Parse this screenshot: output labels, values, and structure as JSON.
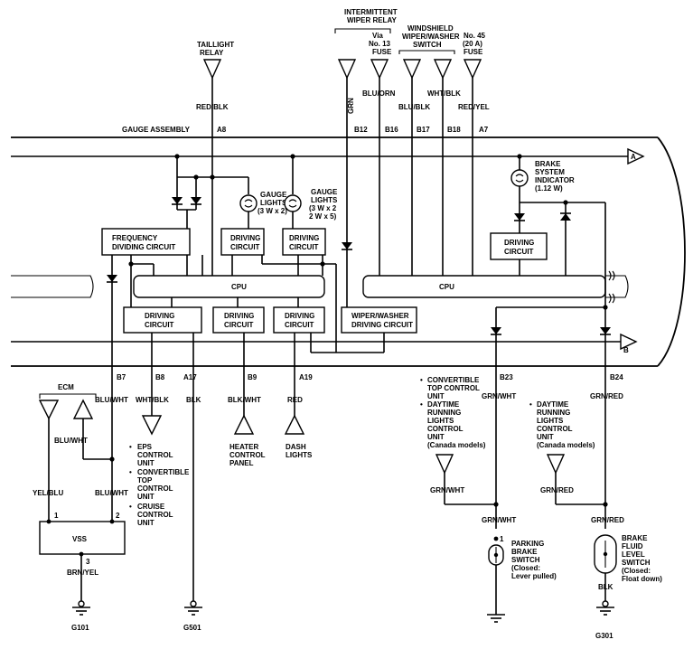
{
  "title": "GAUGE ASSEMBLY",
  "sources": {
    "taillight_relay": [
      "TAILLIGHT",
      "RELAY"
    ],
    "intermittent_wiper_relay": [
      "INTERMITTENT",
      "WIPER RELAY"
    ],
    "via_fuse": [
      "Via",
      "No. 13",
      "FUSE"
    ],
    "washer_switch": [
      "WINDSHIELD",
      "WIPER/WASHER",
      "SWITCH"
    ],
    "fuse45": [
      "No. 45",
      "(20 A)",
      "FUSE"
    ]
  },
  "wires": {
    "red_blk": "RED/BLK",
    "grn": "GRN",
    "blu_orn": "BLU/ORN",
    "blu_blk": "BLU/BLK",
    "wht_blk_top": "WHT/BLK",
    "red_yel": "RED/YEL",
    "blu_wht_b7": "BLU/WHT",
    "wht_blk_b8": "WHT/BLK",
    "blk_a17": "BLK",
    "blk_wht": "BLK/WHT",
    "red_a19": "RED",
    "grn_wht_b23": "GRN/WHT",
    "grn_red_b24": "GRN/RED",
    "blu_wht_ecm": "BLU/WHT",
    "yel_blu": "YEL/BLU",
    "blu_wht_vss": "BLU/WHT",
    "brn_yel": "BRN/YEL",
    "grn_wht_dtr": "GRN/WHT",
    "grn_red_dtr": "GRN/RED",
    "grn_wht_switch": "GRN/WHT",
    "grn_red_switch": "GRN/RED",
    "blk_g301": "BLK"
  },
  "pins": {
    "a8": "A8",
    "b12": "B12",
    "b16": "B16",
    "b17": "B17",
    "b18": "B18",
    "a7": "A7",
    "b7": "B7",
    "b8": "B8",
    "a17": "A17",
    "b9": "B9",
    "a19": "A19",
    "b23": "B23",
    "b24": "B24",
    "vss1": "1",
    "vss2": "2",
    "vss3": "3",
    "park1": "1"
  },
  "blocks": {
    "freq_div": [
      "FREQUENCY",
      "DIVIDING CIRCUIT"
    ],
    "driving": [
      "DRIVING",
      "CIRCUIT"
    ],
    "cpu": "CPU",
    "wiper_drv": [
      "WIPER/WASHER",
      "DRIVING CIRCUIT"
    ],
    "vss": "VSS",
    "ecm": "ECM"
  },
  "lamps": {
    "gauge1": [
      "GAUGE",
      "LIGHTS",
      "(3 W x 2)"
    ],
    "gauge2": [
      "GAUGE",
      "LIGHTS",
      "(3 W x 2",
      "2 W x 5)"
    ],
    "brake": [
      "BRAKE",
      "SYSTEM",
      "INDICATOR",
      "(1.12 W)"
    ]
  },
  "arrows": {
    "a": "A",
    "b": "B"
  },
  "destinations": {
    "eps": [
      "EPS",
      "CONTROL",
      "UNIT"
    ],
    "conv_top_b8": [
      "CONVERTIBLE",
      "TOP",
      "CONTROL",
      "UNIT"
    ],
    "cruise": [
      "CRUISE",
      "CONTROL",
      "UNIT"
    ],
    "heater": [
      "HEATER",
      "CONTROL",
      "PANEL"
    ],
    "dash": [
      "DASH",
      "LIGHTS"
    ],
    "conv_top_b23": [
      "CONVERTIBLE",
      "TOP CONTROL",
      "UNIT"
    ],
    "drl_b23": [
      "DAYTIME",
      "RUNNING",
      "LIGHTS",
      "CONTROL",
      "UNIT",
      "(Canada models)"
    ],
    "drl_b24": [
      "DAYTIME",
      "RUNNING",
      "LIGHTS",
      "CONTROL",
      "UNIT",
      "(Canada models)"
    ]
  },
  "switches": {
    "parking_brake": [
      "PARKING",
      "BRAKE",
      "SWITCH",
      "(Closed:",
      "Lever pulled)"
    ],
    "brake_fluid": [
      "BRAKE",
      "FLUID",
      "LEVEL",
      "SWITCH",
      "(Closed:",
      "Float down)"
    ]
  },
  "grounds": {
    "g101": "G101",
    "g501": "G501",
    "g301": "G301"
  }
}
